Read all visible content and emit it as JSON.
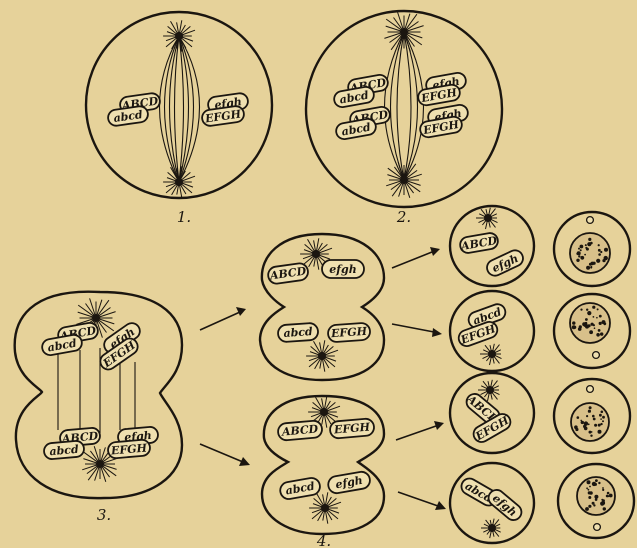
{
  "figure": {
    "stage_labels": [
      "1.",
      "2.",
      "3.",
      "4."
    ],
    "chromatid_labels": {
      "upper_left": "ABCD",
      "lower_left": "abcd",
      "upper_right": "efgh",
      "lower_right": "EFGH"
    },
    "colors": {
      "background": "#e6d29a",
      "ink": "#1b1610",
      "chromosome_fill": "#efe0b0"
    }
  }
}
